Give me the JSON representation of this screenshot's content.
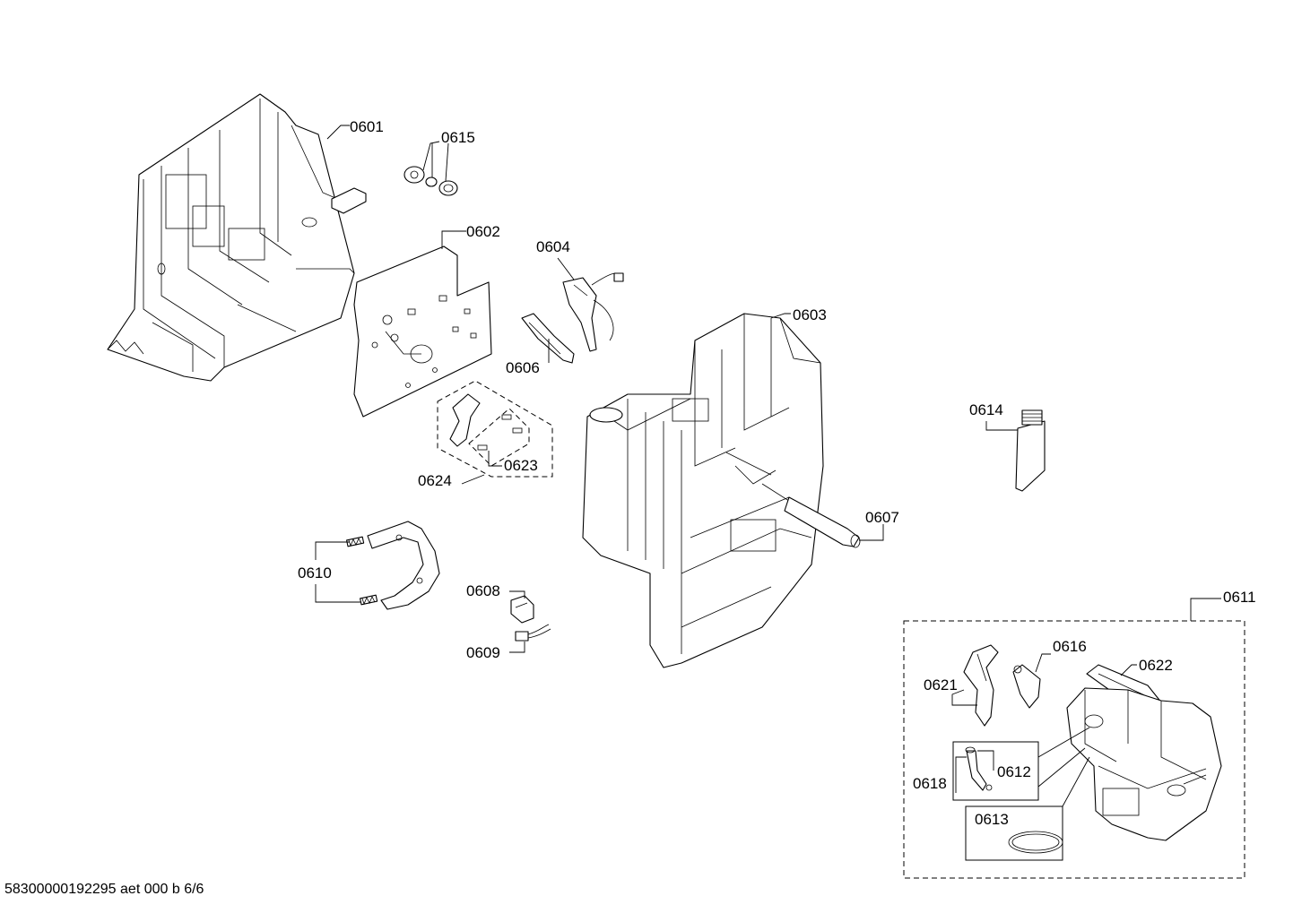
{
  "document_id": "58300000192295 aet 000 b 6/6",
  "callouts": {
    "c0601": "0601",
    "c0602": "0602",
    "c0603": "0603",
    "c0604": "0604",
    "c0606": "0606",
    "c0607": "0607",
    "c0608": "0608",
    "c0609": "0609",
    "c0610": "0610",
    "c0611": "0611",
    "c0612": "0612",
    "c0613": "0613",
    "c0614": "0614",
    "c0615": "0615",
    "c0616": "0616",
    "c0618": "0618",
    "c0621": "0621",
    "c0622": "0622",
    "c0623": "0623",
    "c0624": "0624"
  }
}
